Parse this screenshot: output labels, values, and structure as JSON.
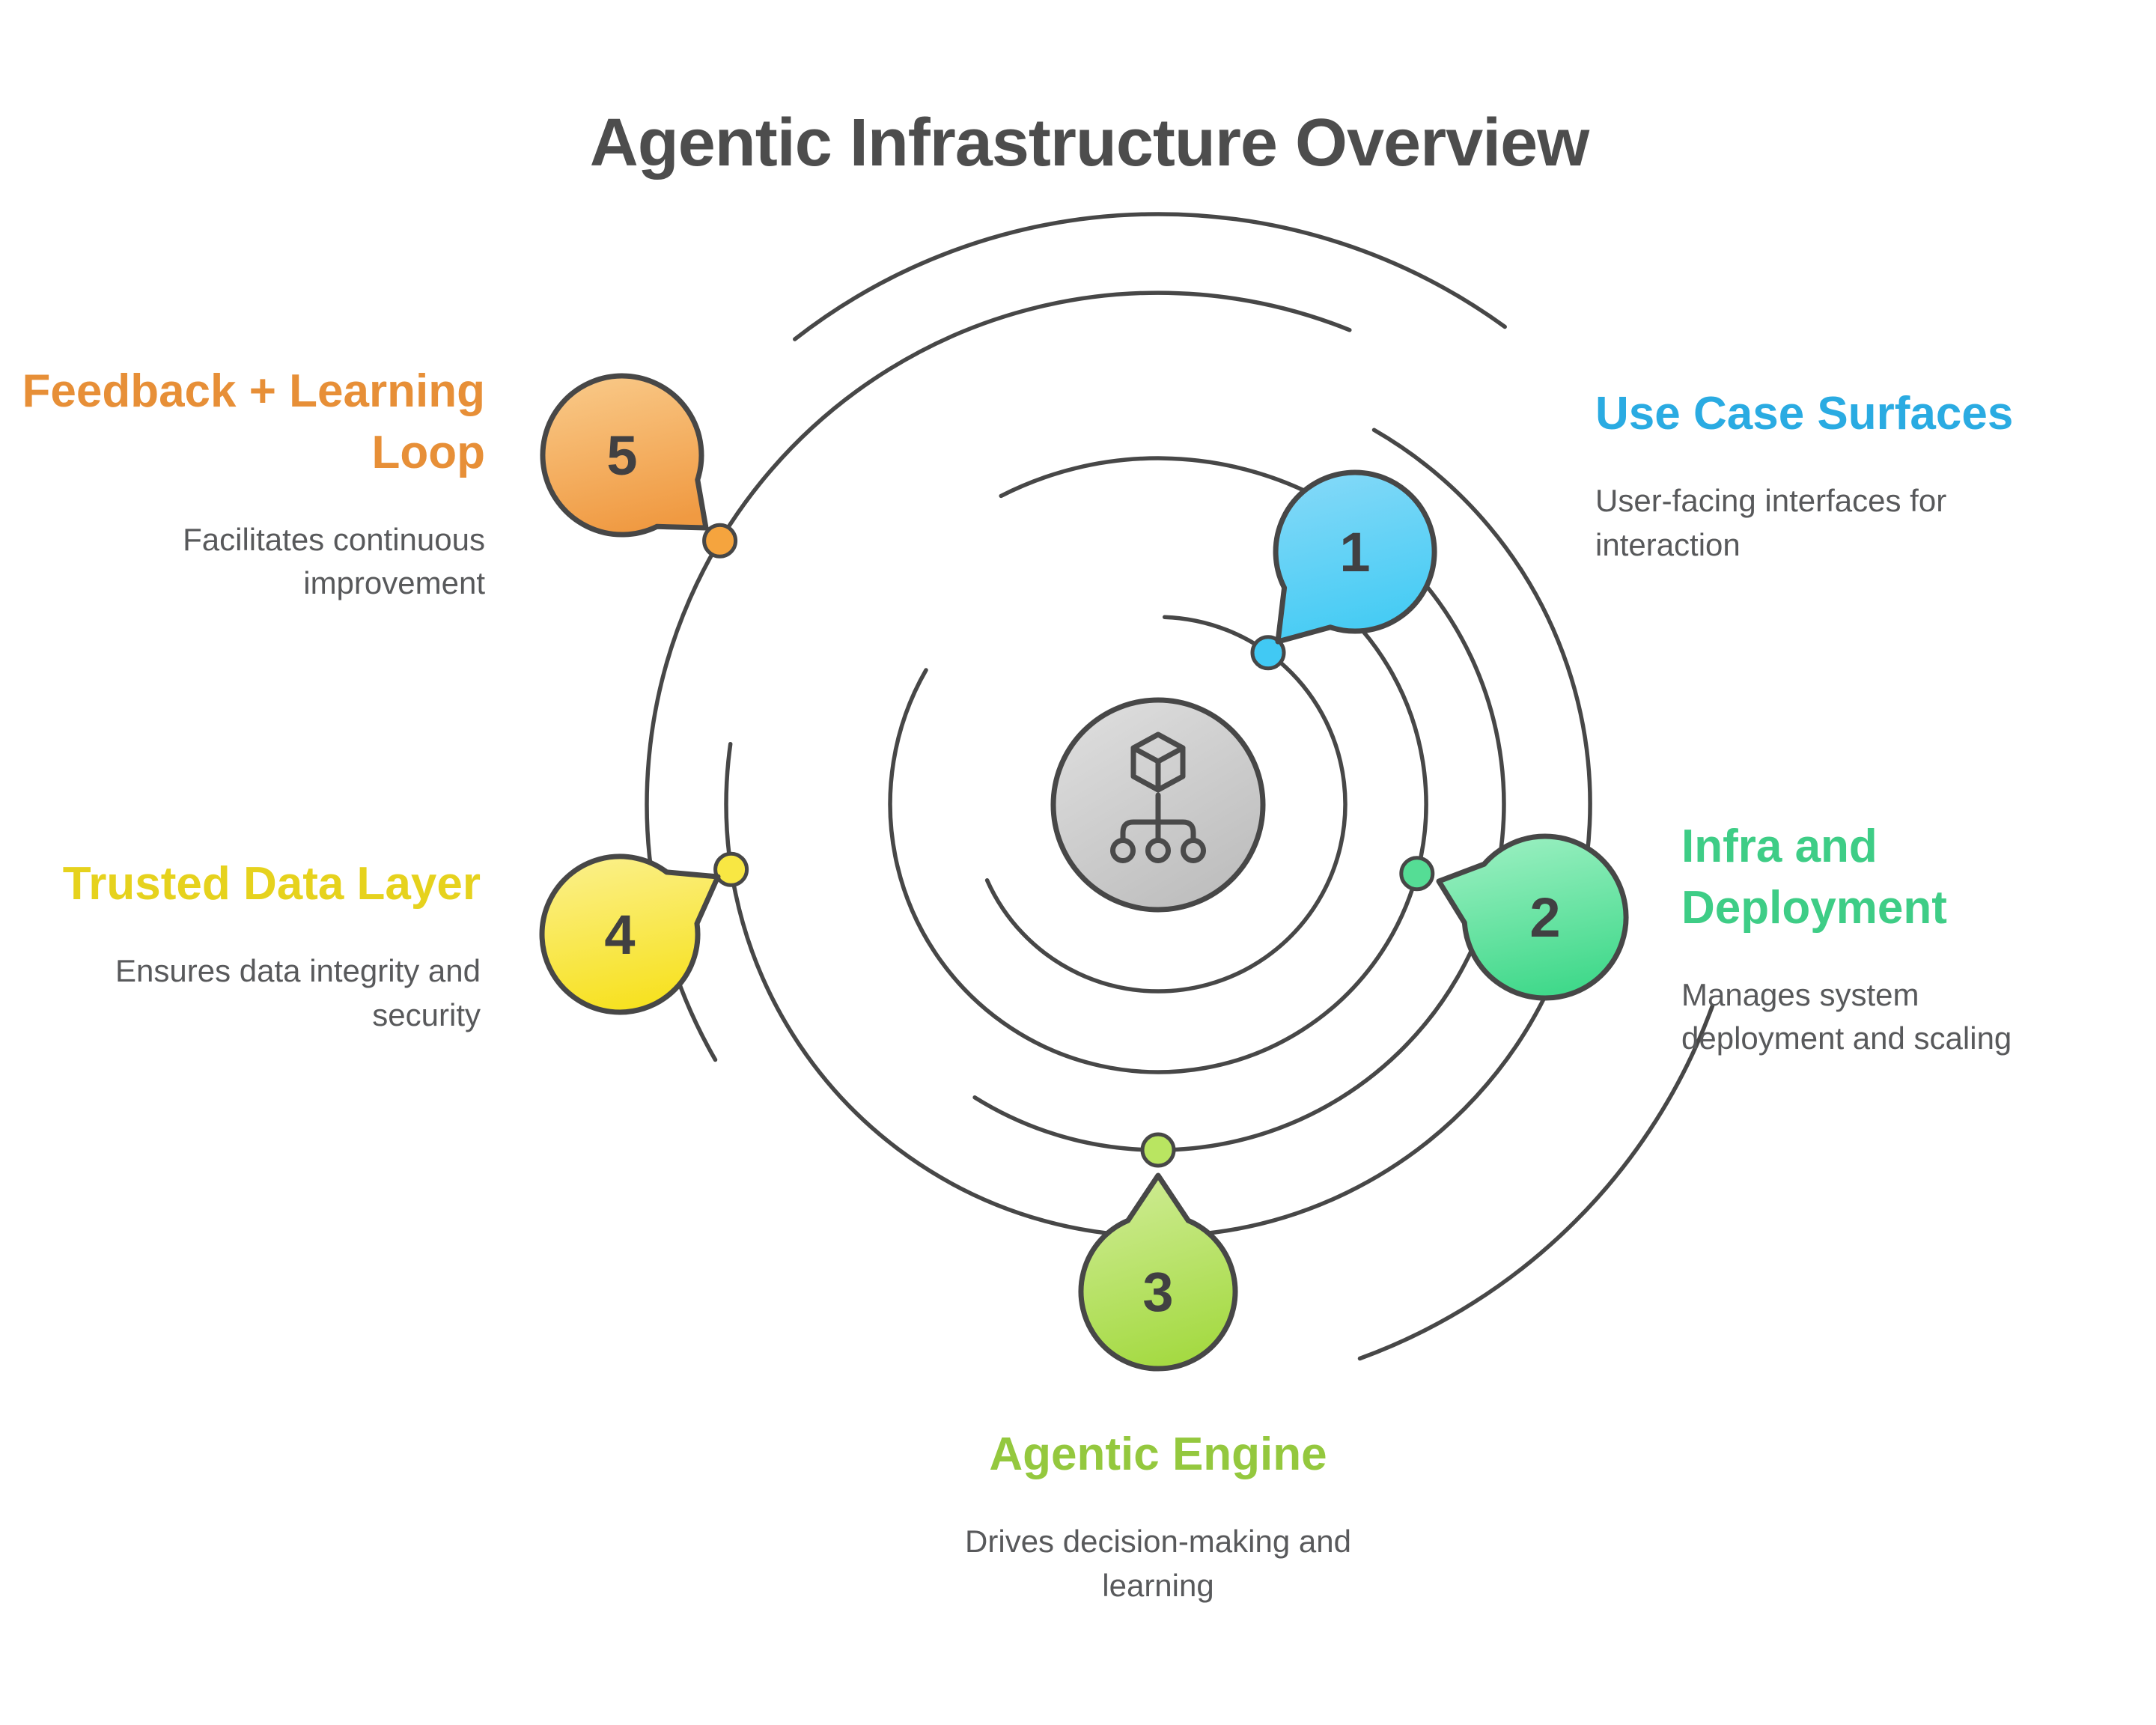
{
  "title": "Agentic Infrastructure Overview",
  "items": [
    {
      "number": "1",
      "heading": "Use Case Surfaces",
      "description": "User-facing interfaces for interaction",
      "heading_color": "#2aabe2",
      "bubble_gradient": [
        "#84d9f8",
        "#43cbf4"
      ],
      "dot_color": "#41c9f4"
    },
    {
      "number": "2",
      "heading": "Infra and Deployment",
      "description": "Manages system deployment and scaling",
      "heading_color": "#3ecd86",
      "bubble_gradient": [
        "#9cf0c2",
        "#41d98b"
      ],
      "dot_color": "#55dd95"
    },
    {
      "number": "3",
      "heading": "Agentic Engine",
      "description": "Drives decision-making and learning",
      "heading_color": "#94c83e",
      "bubble_gradient": [
        "#cfec95",
        "#a5da43"
      ],
      "dot_color": "#b9e561"
    },
    {
      "number": "4",
      "heading": "Trusted Data Layer",
      "description": "Ensures data integrity and security",
      "heading_color": "#e6d21d",
      "bubble_gradient": [
        "#fbf08a",
        "#f7e11f"
      ],
      "dot_color": "#f8e743"
    },
    {
      "number": "5",
      "heading": "Feedback + Learning Loop",
      "description": "Facilitates continuous improvement",
      "heading_color": "#e78f37",
      "bubble_gradient": [
        "#f9c988",
        "#f09a42"
      ],
      "dot_color": "#f5a43e"
    }
  ],
  "center": {
    "icon": "hierarchy-cube-icon",
    "fill_gradient": [
      "#e0e0e0",
      "#bfbfbf"
    ]
  },
  "line_color": "#474747",
  "title_color": "#4d4d4d",
  "description_color": "#58595b",
  "background_color": "#ffffff"
}
